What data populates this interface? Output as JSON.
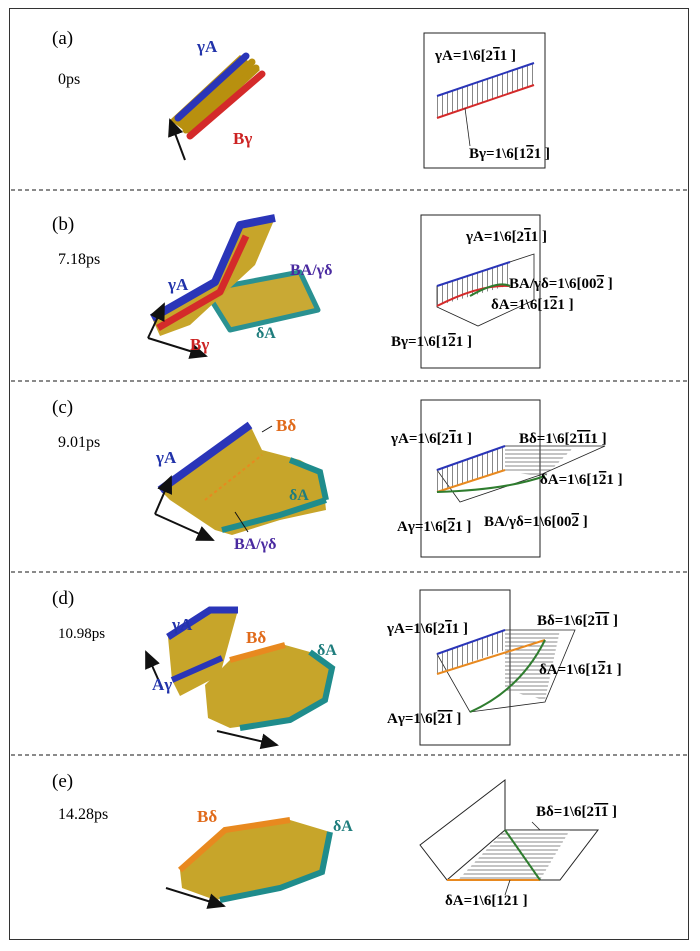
{
  "panels": [
    {
      "letter": "(a)",
      "time": "0ps",
      "atom_labels": [
        {
          "text": "γA",
          "color": "#2233aa"
        },
        {
          "text": "Bγ",
          "color": "#cc2222"
        }
      ],
      "diagram_labels": [
        "γA=1\\6[2",
        "1 ]",
        "Bγ=1\\6[1",
        "1 ]"
      ],
      "diagram_bars": [
        "1",
        "2"
      ]
    },
    {
      "letter": "(b)",
      "time": "7.18ps",
      "atom_labels": [
        {
          "text": "γA",
          "color": "#2233aa"
        },
        {
          "text": "BA/γδ",
          "color": "#4a2aa0"
        },
        {
          "text": "Bγ",
          "color": "#cc2222"
        },
        {
          "text": "δA",
          "color": "#1f7d7d"
        }
      ],
      "diagram_labels": [
        "γA=1\\6[2",
        "1 ]",
        "BA/γδ=1\\6[00",
        " ]",
        "δA=1\\6[1",
        "1 ]",
        "Bγ=1\\6[1",
        "1 ]"
      ],
      "diagram_bars": [
        "1",
        "2",
        "2",
        "2"
      ]
    },
    {
      "letter": "(c)",
      "time": "9.01ps",
      "atom_labels": [
        {
          "text": "γA",
          "color": "#2233aa"
        },
        {
          "text": "Bδ",
          "color": "#e06a1a"
        },
        {
          "text": "δA",
          "color": "#1f7d7d"
        },
        {
          "text": "BA/γδ",
          "color": "#4a2aa0"
        }
      ],
      "diagram_labels": [
        "γA=1\\6[2",
        "1 ]",
        "Bδ=1\\6[2",
        "1 ]",
        "δA=1\\6[1",
        "1 ]",
        "BA/γδ=1\\6[00",
        " ]",
        "Aγ=1\\6[",
        "1 ]"
      ],
      "diagram_bars": [
        "1",
        "11",
        "2",
        "2",
        "2"
      ]
    },
    {
      "letter": "(d)",
      "time": "10.98ps",
      "atom_labels": [
        {
          "text": "γA",
          "color": "#2233aa"
        },
        {
          "text": "Bδ",
          "color": "#e06a1a"
        },
        {
          "text": "δA",
          "color": "#1f7d7d"
        },
        {
          "text": "Aγ",
          "color": "#2233aa"
        }
      ],
      "diagram_labels": [
        "γA=1\\6[2",
        "1 ]",
        "Bδ=1\\6[2",
        " ]",
        "δA=1\\6[1",
        "1 ]",
        "Aγ=1\\6[",
        " ]"
      ],
      "diagram_bars": [
        "1",
        "11",
        "2",
        "21"
      ]
    },
    {
      "letter": "(e)",
      "time": "14.28ps",
      "atom_labels": [
        {
          "text": "Bδ",
          "color": "#e06a1a"
        },
        {
          "text": "δA",
          "color": "#1f7d7d"
        }
      ],
      "diagram_labels": [
        "Bδ=1\\6[2",
        " ]",
        "δA=1\\6[121 ]"
      ],
      "diagram_bars": [
        "11"
      ]
    }
  ],
  "colors": {
    "blue": "#2a35b8",
    "red": "#d42a2a",
    "gold": "#b8900f",
    "teal": "#1f8c8c",
    "orange": "#e8891f",
    "green": "#2f7d2f"
  }
}
